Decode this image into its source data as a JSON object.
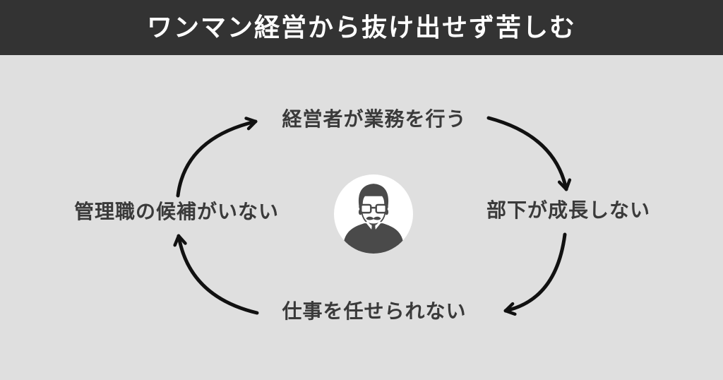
{
  "header": {
    "title": "ワンマン経営から抜け出せず苦しむ"
  },
  "cycle": {
    "direction": "clockwise",
    "nodes": [
      {
        "position": "top",
        "label": "経営者が業務を行う"
      },
      {
        "position": "right",
        "label": "部下が成長しない"
      },
      {
        "position": "bottom",
        "label": "仕事を任せられない"
      },
      {
        "position": "left",
        "label": "管理職の候補がいない"
      }
    ]
  },
  "center": {
    "icon": "businessman-icon"
  },
  "colors": {
    "header_bg": "#333333",
    "title_text": "#ffffff",
    "canvas_bg": "#dfdfdf",
    "label_text": "#3a3a3a",
    "arrow": "#111111",
    "icon_bg": "#ffffff",
    "icon_figure": "#4a4a4a"
  }
}
